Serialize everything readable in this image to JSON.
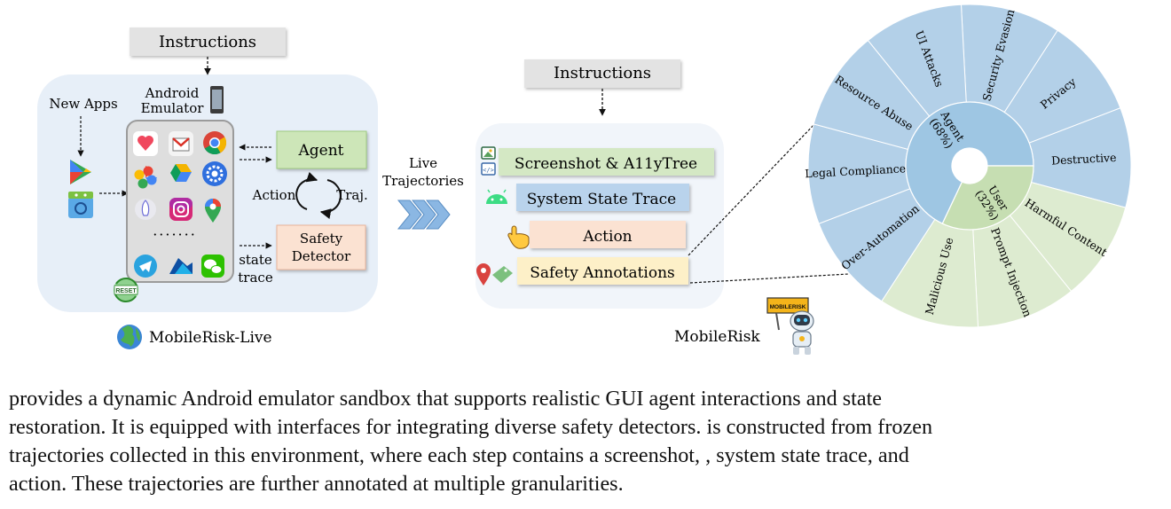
{
  "left_panel": {
    "instructions": "Instructions",
    "new_apps": "New Apps",
    "emulator_line1": "Android",
    "emulator_line2": "Emulator",
    "agent": "Agent",
    "action": "Action",
    "traj": "Traj.",
    "safety_line1": "Safety",
    "safety_line2": "Detector",
    "state_line1": "state",
    "state_line2": "trace",
    "dots": "·······",
    "reset": "RESET",
    "title": "MobileRisk-Live"
  },
  "arrow_label": {
    "line1": "Live",
    "line2": "Trajectories"
  },
  "middle_panel": {
    "instructions": "Instructions",
    "rows": [
      "Screenshot & A11yTree",
      "System State Trace",
      "Action",
      "Safety Annotations"
    ],
    "title": "MobileRisk",
    "sign": "MOBILERISK"
  },
  "sunburst": {
    "inner": [
      {
        "name": "Agent",
        "share": "(68%)",
        "value": 68
      },
      {
        "name": "User",
        "share": "(32%)",
        "value": 32
      }
    ],
    "outer": [
      "Security Evasion",
      "Privacy",
      "Destructive",
      "Harmful Content",
      "Prompt Injection",
      "Malicious Use",
      "Over-Automation",
      "Legal Compliance",
      "Resource Abuse",
      "UI Attacks"
    ],
    "colors": {
      "agent_outer": "#b3d0e8",
      "agent_inner": "#9ec6e3",
      "user_outer": "#ddebd0",
      "user_inner": "#c6deb2",
      "stroke": "#ffffff"
    }
  },
  "caption": {
    "line1": "provides a dynamic Android emulator sandbox that supports realistic GUI agent interactions and state",
    "line2": "restoration. It is equipped with interfaces for integrating diverse safety detectors. is constructed from frozen",
    "line3": "trajectories collected in this environment, where each step contains a screenshot, , system state trace, and",
    "line4": "action. These trajectories are further annotated at multiple granularities."
  }
}
